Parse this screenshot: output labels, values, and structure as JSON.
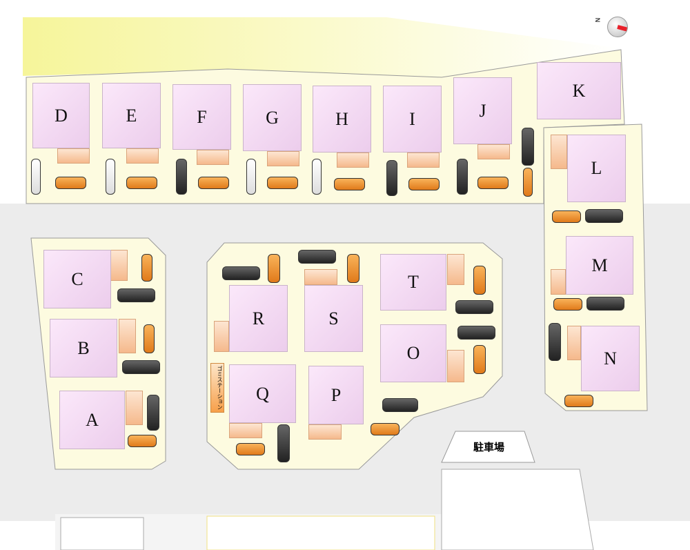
{
  "map": {
    "lots": [
      "A",
      "B",
      "C",
      "D",
      "E",
      "F",
      "G",
      "H",
      "I",
      "J",
      "K",
      "L",
      "M",
      "N",
      "O",
      "P",
      "Q",
      "R",
      "S",
      "T"
    ],
    "parking_label": "駐車場",
    "garbage_station_label": "ゴミステーション",
    "compass_label": "N",
    "colors": {
      "lot": "#fdfbe0",
      "road": "#ebebeb",
      "house": "#f2d6f1",
      "north_band": "#f6f59a",
      "compass_needle": "#e8202a"
    }
  }
}
